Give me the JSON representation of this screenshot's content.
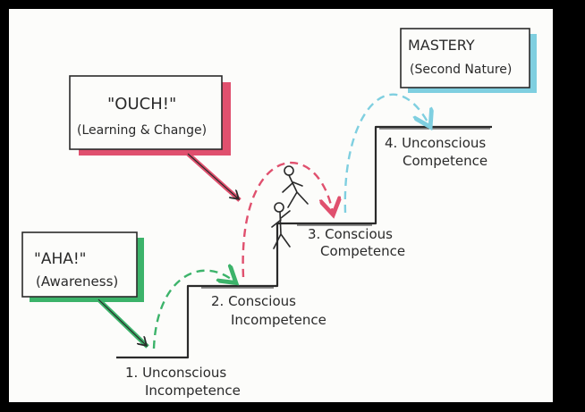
{
  "stages": [
    {
      "line1": "1. Unconscious",
      "line2": "Incompetence"
    },
    {
      "line1": "2. Conscious",
      "line2": "Incompetence"
    },
    {
      "line1": "3. Conscious",
      "line2": "Competence"
    },
    {
      "line1": "4. Unconscious",
      "line2": "Competence"
    }
  ],
  "callouts": {
    "aha": {
      "title": "\"AHA!\"",
      "subtitle": "(Awareness)",
      "color": "#3cb36a"
    },
    "ouch": {
      "title": "\"OUCH!\"",
      "subtitle": "(Learning & Change)",
      "color": "#e0506e"
    },
    "mastery": {
      "title": "MASTERY",
      "subtitle": "(Second Nature)",
      "color": "#7fcfe0"
    }
  },
  "colors": {
    "ink": "#2a2a2a",
    "arrow_green": "#3cb36a",
    "arrow_pink": "#e0506e",
    "arrow_blue": "#7fcfe0"
  }
}
